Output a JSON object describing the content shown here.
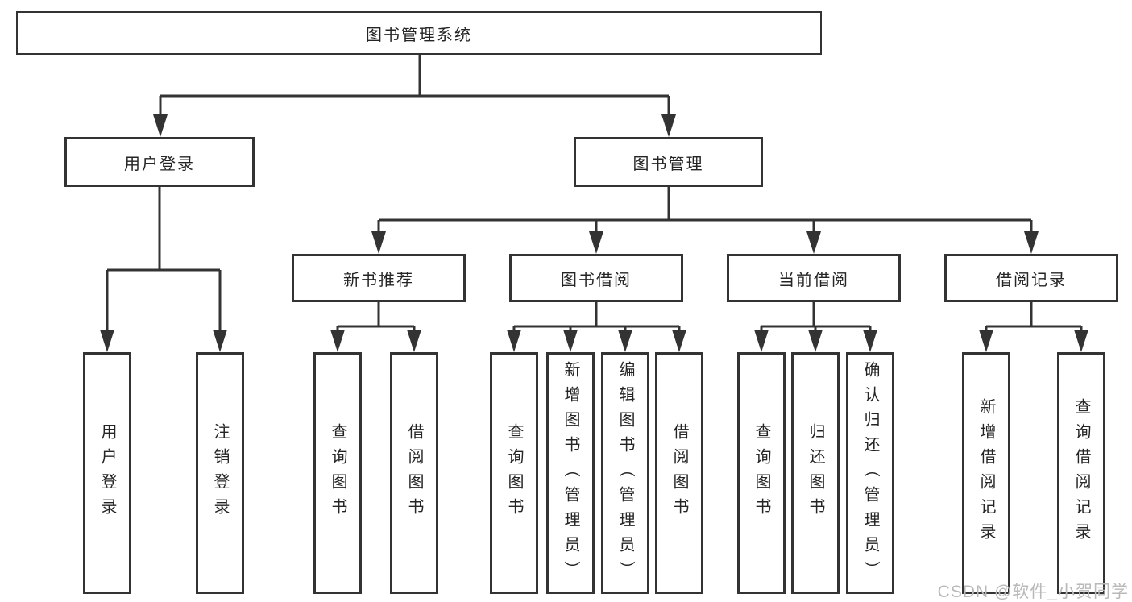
{
  "diagram": {
    "colors": {
      "line": "#333333",
      "text": "#252525",
      "background": "#ffffff",
      "watermark": "#b9b9b9"
    },
    "root": {
      "label": "图书管理系统"
    },
    "level2": [
      {
        "label": "用户登录"
      },
      {
        "label": "图书管理"
      }
    ],
    "level3": [
      {
        "label": "新书推荐"
      },
      {
        "label": "图书借阅"
      },
      {
        "label": "当前借阅"
      },
      {
        "label": "借阅记录"
      }
    ],
    "leaf_groups": [
      {
        "parent": "用户登录",
        "items": [
          "用户登录",
          "注销登录"
        ]
      },
      {
        "parent": "新书推荐",
        "items": [
          "查询图书",
          "借阅图书"
        ]
      },
      {
        "parent": "图书借阅",
        "items": [
          "查询图书",
          "新增图书（管理员）",
          "编辑图书（管理员）",
          "借阅图书"
        ]
      },
      {
        "parent": "当前借阅",
        "items": [
          "查询图书",
          "归还图书",
          "确认归还（管理员）"
        ]
      },
      {
        "parent": "借阅记录",
        "items": [
          "新增借阅记录",
          "查询借阅记录"
        ]
      }
    ]
  },
  "watermark": {
    "text": "CSDN @软件_小贺同学"
  }
}
